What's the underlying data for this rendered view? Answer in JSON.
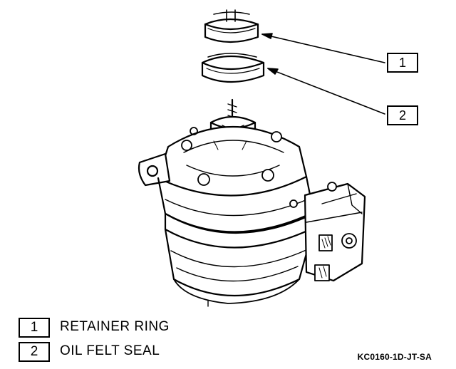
{
  "diagram": {
    "callouts": [
      {
        "number": "1",
        "label": "RETAINER RING"
      },
      {
        "number": "2",
        "label": "OIL FELT SEAL"
      }
    ],
    "figure_code": "KC0160-1D-JT-SA"
  }
}
